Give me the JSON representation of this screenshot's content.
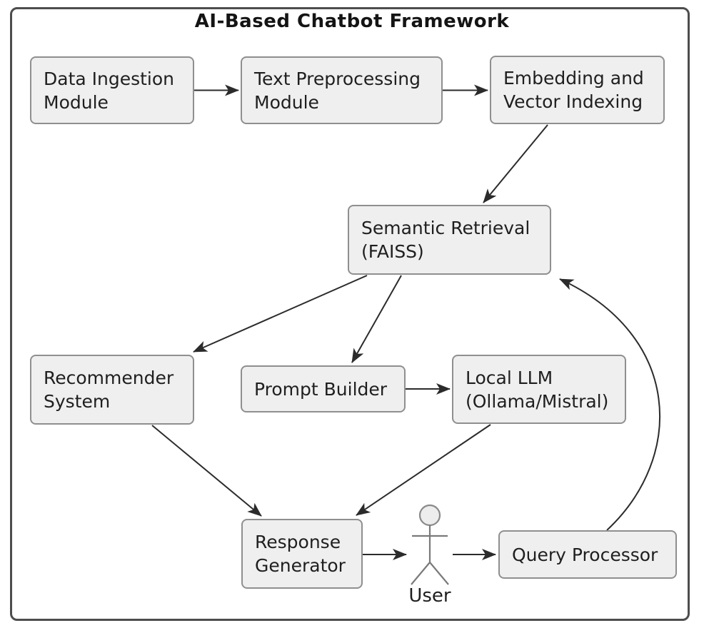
{
  "diagram": {
    "title": "AI-Based Chatbot Framework",
    "nodes": [
      {
        "id": "data-ingestion",
        "label": "Data Ingestion\nModule"
      },
      {
        "id": "text-preprocessing",
        "label": "Text Preprocessing\nModule"
      },
      {
        "id": "embedding",
        "label": "Embedding and\nVector Indexing"
      },
      {
        "id": "semantic-retrieval",
        "label": "Semantic Retrieval\n(FAISS)"
      },
      {
        "id": "recommender",
        "label": "Recommender\nSystem"
      },
      {
        "id": "prompt-builder",
        "label": "Prompt Builder"
      },
      {
        "id": "local-llm",
        "label": "Local LLM\n(Ollama/Mistral)"
      },
      {
        "id": "response-generator",
        "label": "Response\nGenerator"
      },
      {
        "id": "query-processor",
        "label": "Query Processor"
      }
    ],
    "actor": {
      "id": "user",
      "label": "User"
    },
    "edges": [
      {
        "from": "data-ingestion",
        "to": "text-preprocessing"
      },
      {
        "from": "text-preprocessing",
        "to": "embedding"
      },
      {
        "from": "embedding",
        "to": "semantic-retrieval"
      },
      {
        "from": "semantic-retrieval",
        "to": "recommender"
      },
      {
        "from": "semantic-retrieval",
        "to": "prompt-builder"
      },
      {
        "from": "prompt-builder",
        "to": "local-llm"
      },
      {
        "from": "recommender",
        "to": "response-generator"
      },
      {
        "from": "local-llm",
        "to": "response-generator"
      },
      {
        "from": "response-generator",
        "to": "user"
      },
      {
        "from": "user",
        "to": "query-processor"
      },
      {
        "from": "query-processor",
        "to": "semantic-retrieval"
      }
    ],
    "colors": {
      "node_fill": "#efefef",
      "node_border": "#8f8f8f",
      "arrow": "#2b2b2b",
      "frame_border": "#4d4d4d",
      "text": "#1f1f1f",
      "actor_stroke": "#7a7a7a"
    }
  }
}
